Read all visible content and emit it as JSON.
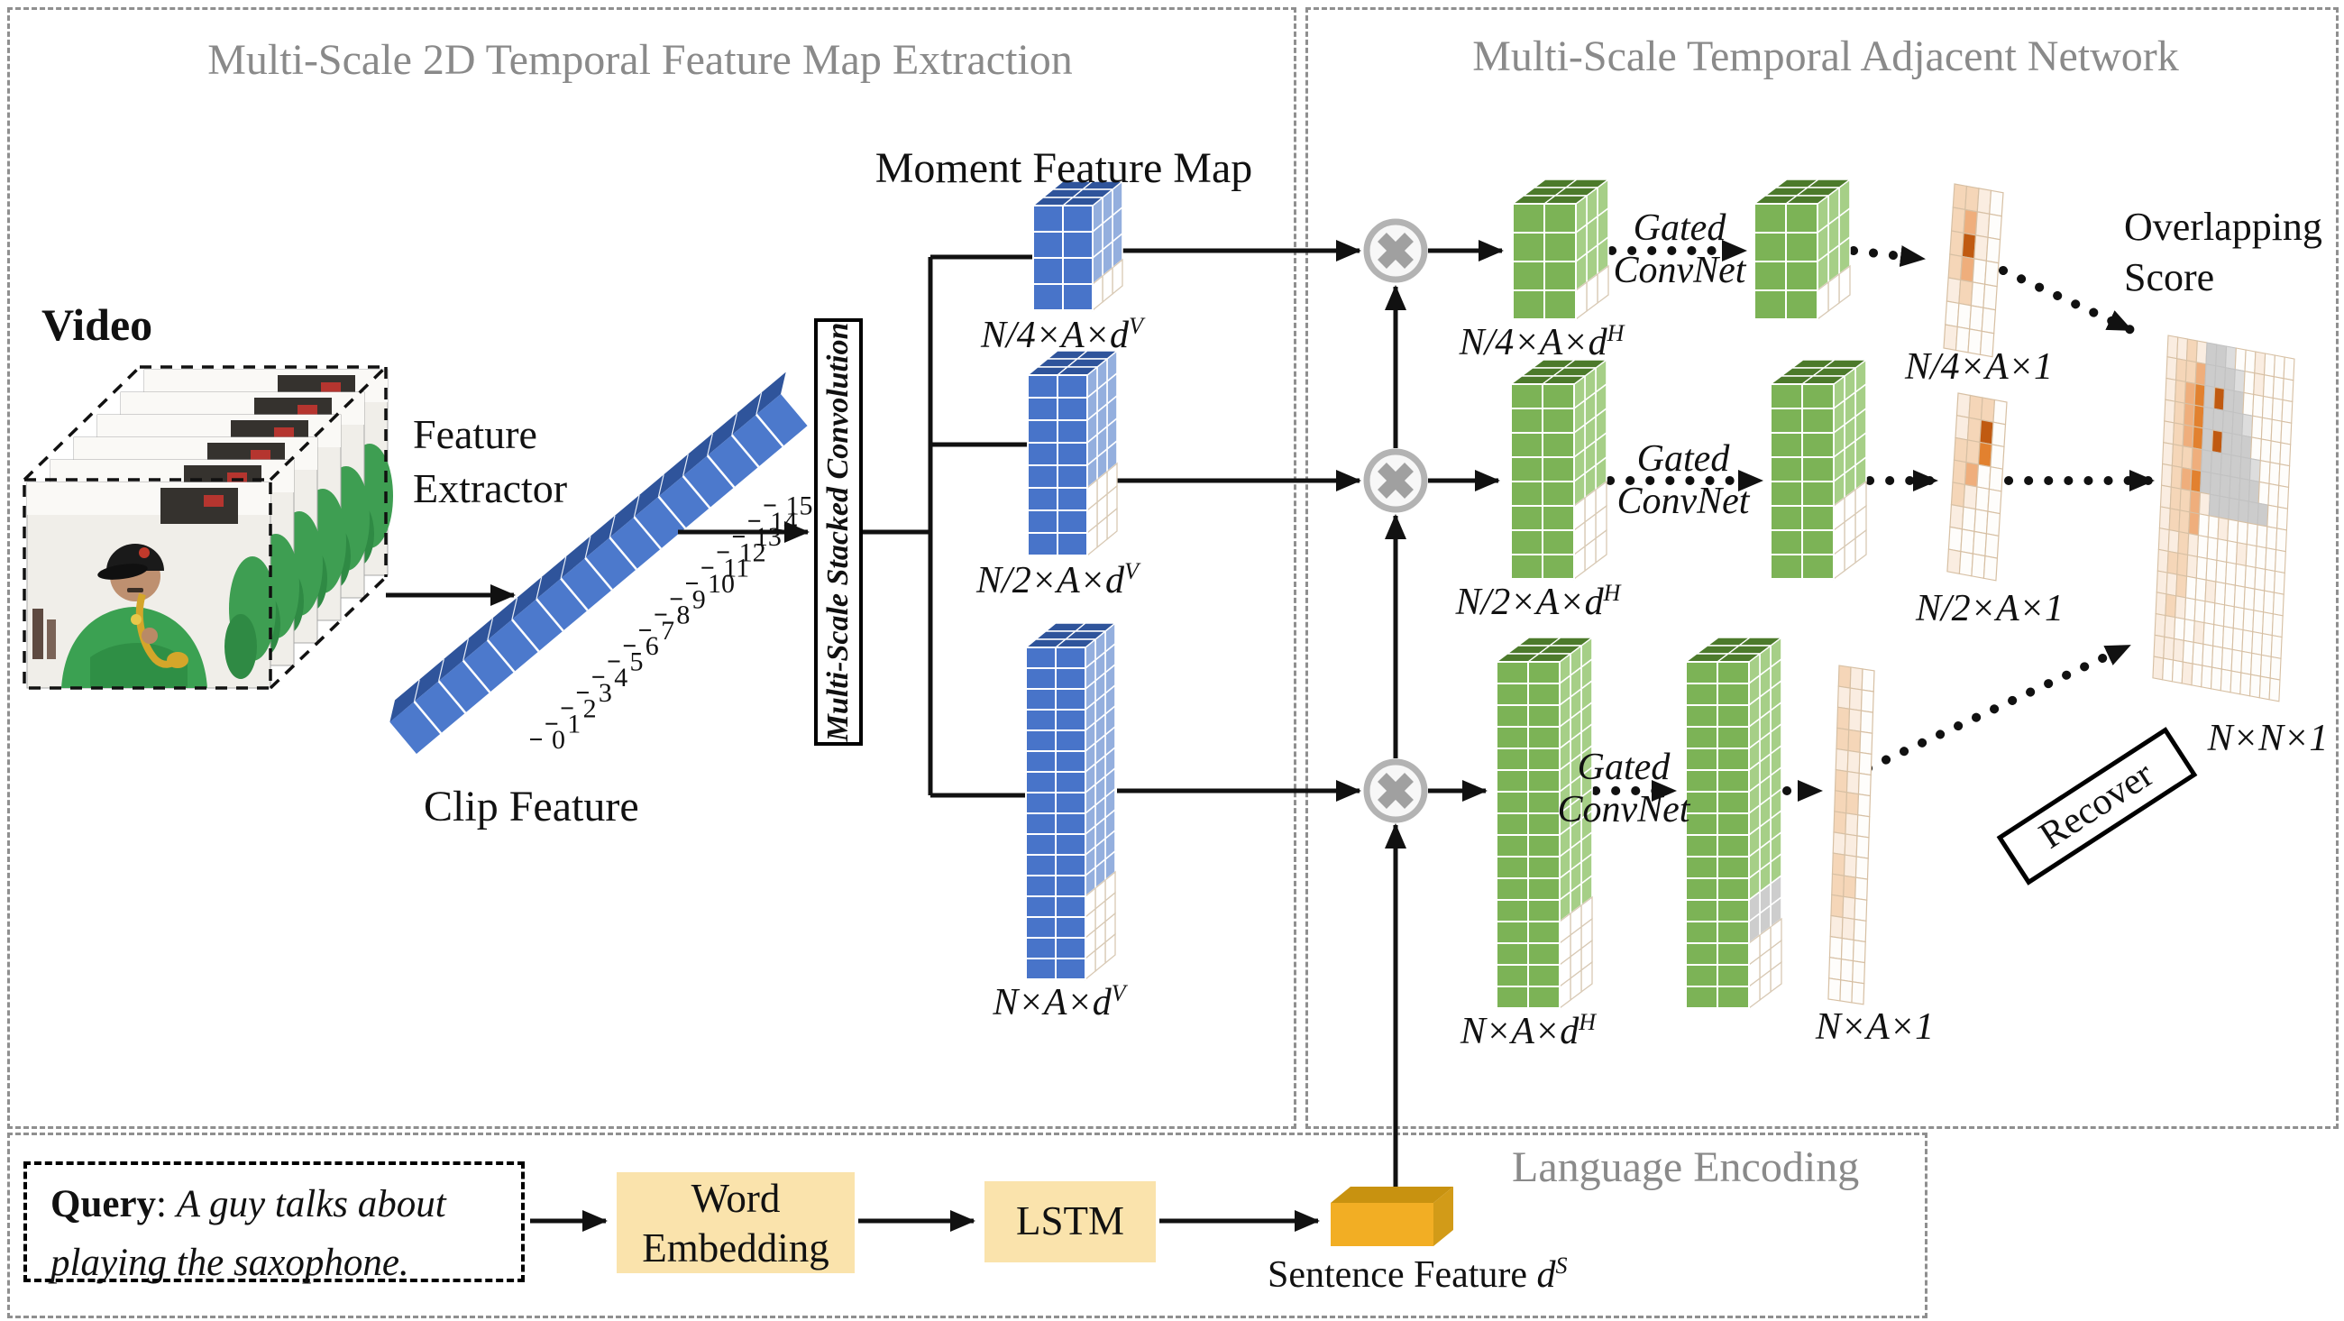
{
  "figure": {
    "left_panel_title": "Multi-Scale 2D Temporal Feature Map Extraction",
    "right_panel_title": "Multi-Scale Temporal Adjacent Network",
    "language_panel_title": "Language Encoding"
  },
  "video": {
    "label": "Video"
  },
  "feature_extractor": {
    "line1": "Feature",
    "line2": "Extractor"
  },
  "clip_feature": {
    "label": "Clip Feature",
    "indices": [
      "0",
      "1",
      "2",
      "3",
      "4",
      "5",
      "6",
      "7",
      "8",
      "9",
      "10",
      "11",
      "12",
      "13",
      "14",
      "15"
    ]
  },
  "conv_box": {
    "label": "Multi-Scale Stacked Convolution"
  },
  "moment_feature_map": {
    "title": "Moment Feature Map"
  },
  "dims": {
    "v1": {
      "base": "N/4×A×d",
      "sup": "V"
    },
    "v2": {
      "base": "N/2×A×d",
      "sup": "V"
    },
    "v3": {
      "base": "N×A×d",
      "sup": "V"
    },
    "h1": {
      "base": "N/4×A×d",
      "sup": "H"
    },
    "h2": {
      "base": "N/2×A×d",
      "sup": "H"
    },
    "h3": {
      "base": "N×A×d",
      "sup": "H"
    },
    "s1": {
      "base": "N/4×A×1"
    },
    "s2": {
      "base": "N/2×A×1"
    },
    "s3": {
      "base": "N×A×1"
    },
    "final": {
      "base": "N×N×1"
    }
  },
  "gated_convnet": {
    "line1": "Gated",
    "line2": "ConvNet"
  },
  "overlapping_score": {
    "line1": "Overlapping",
    "line2": "Score"
  },
  "recover": {
    "label": "Recover"
  },
  "query": {
    "label": "Query",
    "separator": ": ",
    "line1": "A guy talks about",
    "line2": "playing the saxophone."
  },
  "word_embedding": {
    "line1": "Word",
    "line2": "Embedding"
  },
  "lstm": {
    "label": "LSTM"
  },
  "sentence_feature": {
    "label": "Sentence Feature",
    "var": "d",
    "sup": "S"
  },
  "colors": {
    "block_blue": "#4874C9",
    "block_blue_top": "#2F549B",
    "block_blue_side": "#94AFDE",
    "block_green": "#7CB356",
    "block_green_top": "#4C7A2B",
    "block_green_side": "#A6CF87",
    "accent_orange": "#E2812F",
    "accent_dark_orange": "#C05A11",
    "gold": "#F2AE24",
    "box_yellow": "#FAE3AC",
    "panel_border": "#8F8F8F",
    "title_gray": "#8A8A8A",
    "node_gray": "#B3B3B3"
  }
}
